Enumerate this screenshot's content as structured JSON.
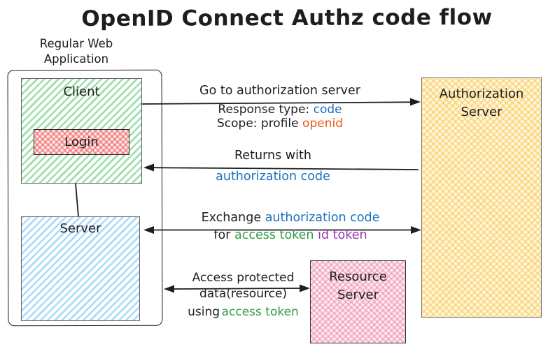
{
  "title": "OpenID Connect Authz code flow",
  "boxes": {
    "group_label": "Regular Web Application",
    "client": "Client",
    "login": "Login",
    "server": "Server",
    "auth_server": "Authorization Server",
    "resource_server": "Resource Server"
  },
  "annotations": {
    "go_to_auth": {
      "title": "Go to authorization server",
      "response_type_label": "Response type:",
      "response_type_value": "code",
      "scope_label": "Scope: profile",
      "scope_value": "openid"
    },
    "returns": {
      "title": "Returns with",
      "value": "authorization code"
    },
    "exchange": {
      "label": "Exchange",
      "value1": "authorization code",
      "label2": "for",
      "value2": "access token",
      "value3": "id token"
    },
    "access_protected": {
      "line1": "Access protected",
      "line2": "data(resource)",
      "label3": "using",
      "value3": "access token"
    }
  },
  "palette": {
    "ink": "#1e1e1e",
    "blue_text": "#1971c2",
    "orange_text": "#e8590c",
    "green_text": "#2f9e44",
    "purple_text": "#9c36b5",
    "client_fill": "#b2f2bb",
    "server_fill": "#a5d8ff",
    "auth_fill": "#ffec99",
    "login_fill": "#ffc9c9",
    "resource_fill": "#f8c1d9"
  }
}
